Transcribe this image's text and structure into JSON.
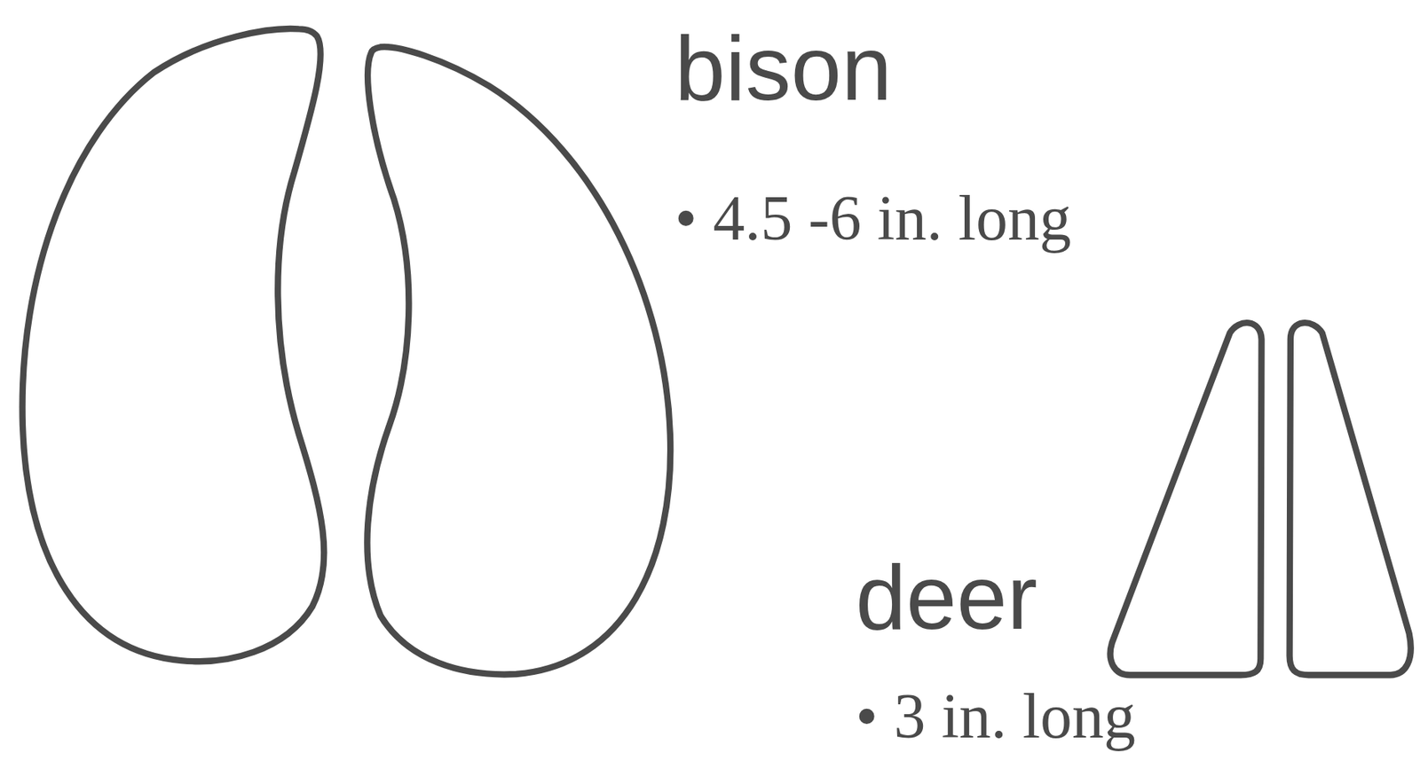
{
  "diagram": {
    "labels": [
      "bison",
      "• 4.5 -6 in. long",
      "deer",
      "• 3 in. long"
    ]
  }
}
